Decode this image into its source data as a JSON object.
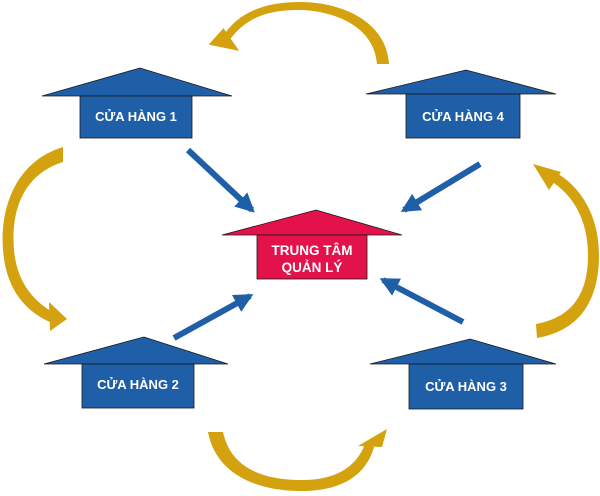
{
  "colors": {
    "store_fill": "#1f5fa8",
    "center_fill": "#e3124b",
    "outline": "#1a1a1a",
    "arrow_blue": "#1f5fa8",
    "arrow_gold": "#d4a20f",
    "text": "#ffffff"
  },
  "center": {
    "line1": "TRUNG TÂM",
    "line2": "QUẢN LÝ"
  },
  "stores": [
    {
      "id": "1",
      "label": "CỬA HÀNG 1",
      "position": "top-left"
    },
    {
      "id": "2",
      "label": "CỬA HÀNG 2",
      "position": "bottom-left"
    },
    {
      "id": "3",
      "label": "CỬA HÀNG 3",
      "position": "bottom-right"
    },
    {
      "id": "4",
      "label": "CỬA HÀNG 4",
      "position": "top-right"
    }
  ],
  "flows": {
    "to_center": [
      "CỬA HÀNG 1",
      "CỬA HÀNG 2",
      "CỬA HÀNG 3",
      "CỬA HÀNG 4"
    ],
    "cycle": [
      "CỬA HÀNG 1 → CỬA HÀNG 2",
      "CỬA HÀNG 2 → CỬA HÀNG 3",
      "CỬA HÀNG 3 → CỬA HÀNG 4",
      "CỬA HÀNG 4 → CỬA HÀNG 1"
    ]
  }
}
